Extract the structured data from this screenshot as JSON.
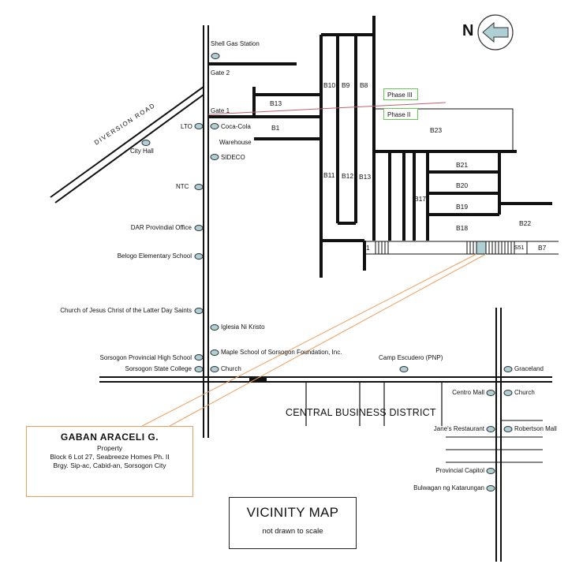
{
  "north": {
    "label": "N",
    "icon": "arrow-left-north-icon"
  },
  "colors": {
    "road": "#111111",
    "marker_fill": "#aecfd4",
    "phase_box": "#66cc55",
    "pointer_line": "#f0a060",
    "gate_line": "#c06070"
  },
  "road_labels": {
    "diversion_road": "DIVERSION ROAD",
    "cbd": "CENTRAL BUSINESS DISTRICT"
  },
  "gates": {
    "gate2": "Gate 2",
    "gate1": "Gate 1"
  },
  "landmarks_main_road": {
    "shell": "Shell Gas Station",
    "coca_cola": "Coca-Cola",
    "warehouse": "Warehouse",
    "lto": "LTO",
    "city_hall": "City Hall",
    "sideco": "SIDECO",
    "ntc": "NTC",
    "dar": "DAR Provindial Office",
    "belogo": "Belogo Elementary School",
    "lds": "Church of Jesus Christ of the Latter Day Saints",
    "iglesia": "Iglesia Ni Kristo",
    "maple": "Maple School of Sorsogon Foundation, Inc.",
    "sphs": "Sorsogon Provincial High School",
    "ssc": "Sorsogon State College",
    "church": "Church",
    "camp": "Camp Escudero (PNP)"
  },
  "landmarks_right_road": {
    "graceland": "Graceland",
    "centro": "Centro Mall",
    "church2": "Church",
    "janes": "Jane's Restaurant",
    "robertson": "Robertson Mall",
    "capitol": "Provincial Capitol",
    "bulwagan": "Bulwagan ng Katarungan"
  },
  "blocks": {
    "b13a": "B13",
    "b1": "B1",
    "b10": "B10",
    "b9": "B9",
    "b8": "B8",
    "phase3": "Phase III",
    "phase2": "Phase II",
    "b23": "B23",
    "b11": "B11",
    "b12": "B12",
    "b13b": "B13",
    "b21": "B21",
    "b20": "B20",
    "b17": "B17",
    "b19": "B19",
    "b18": "B18",
    "b22": "B22",
    "n1": "1",
    "s51": "S51",
    "b7": "B7"
  },
  "property": {
    "owner": "GABAN  ARACELI G.",
    "label": "Property",
    "address1": "Block 6 Lot 27, Seabreeze Homes Ph. II",
    "address2": "Brgy. Sip-ac, Cabid-an, Sorsogon City"
  },
  "legend": {
    "title": "VICINITY MAP",
    "subtitle": "not drawn to scale"
  }
}
